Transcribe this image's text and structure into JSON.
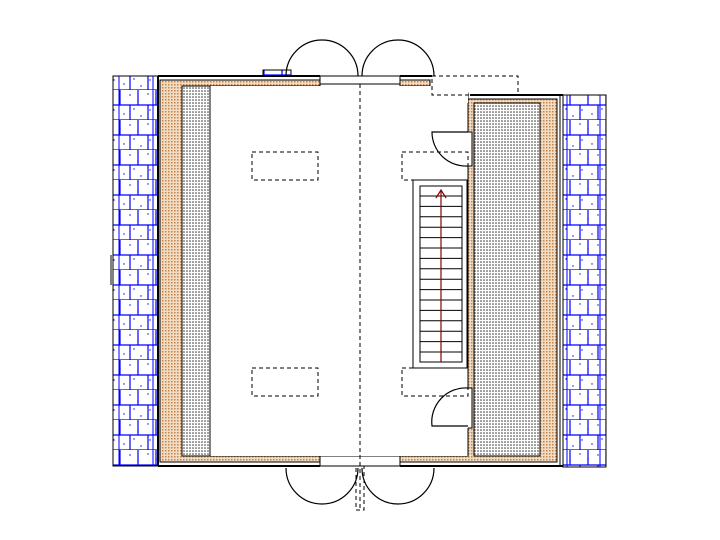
{
  "plan": {
    "colors": {
      "brick_line": "#0000ff",
      "insulation": "#d9a877",
      "panel_dots": "#000000",
      "stair_arrow": "#8b0000",
      "wall": "#000000"
    },
    "elements": [
      "brick-cladding-left",
      "brick-cladding-right",
      "insulation-walls",
      "dotted-panels",
      "double-door-top",
      "double-door-bottom",
      "side-door-upper",
      "side-door-lower",
      "staircase",
      "centerline",
      "dashed-fixtures"
    ]
  }
}
